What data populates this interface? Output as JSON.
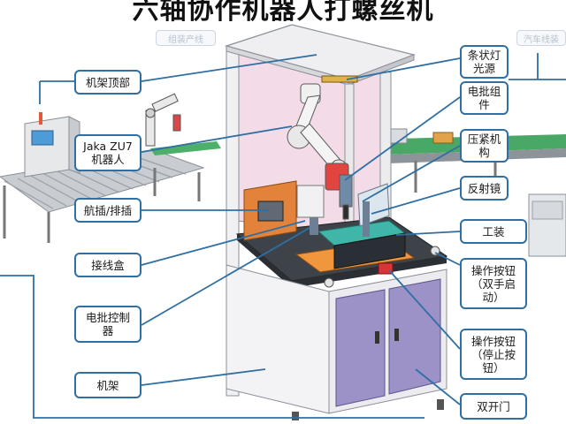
{
  "title": "六轴协作机器人打螺丝机",
  "faint_labels": {
    "left": "组装产线",
    "right": "汽车线装"
  },
  "labels": {
    "frame_top": "机架顶部",
    "robot": "Jaka ZU7\n机器人",
    "connector": "航插/排插",
    "junction_box": "接线盒",
    "screwdriver_controller": "电批控制\n器",
    "frame": "机架",
    "light_source": "条状灯\n光源",
    "screwdriver_assembly": "电批组\n件",
    "press_mechanism": "压紧机\n构",
    "mirror": "反射镜",
    "fixture": "工装",
    "button_two_hand": "操作按钮\n（双手启\n动）",
    "button_stop": "操作按钮\n（停止按\n钮）",
    "double_door": "双开门"
  },
  "colors": {
    "accent": "#2f6fa3",
    "panel_pink": "#f3dbe8",
    "cabinet_purple": "#9c92c8",
    "table_dark": "#3e434a",
    "fixture_teal": "#3fb6a8",
    "plate_orange": "#f0963c"
  }
}
